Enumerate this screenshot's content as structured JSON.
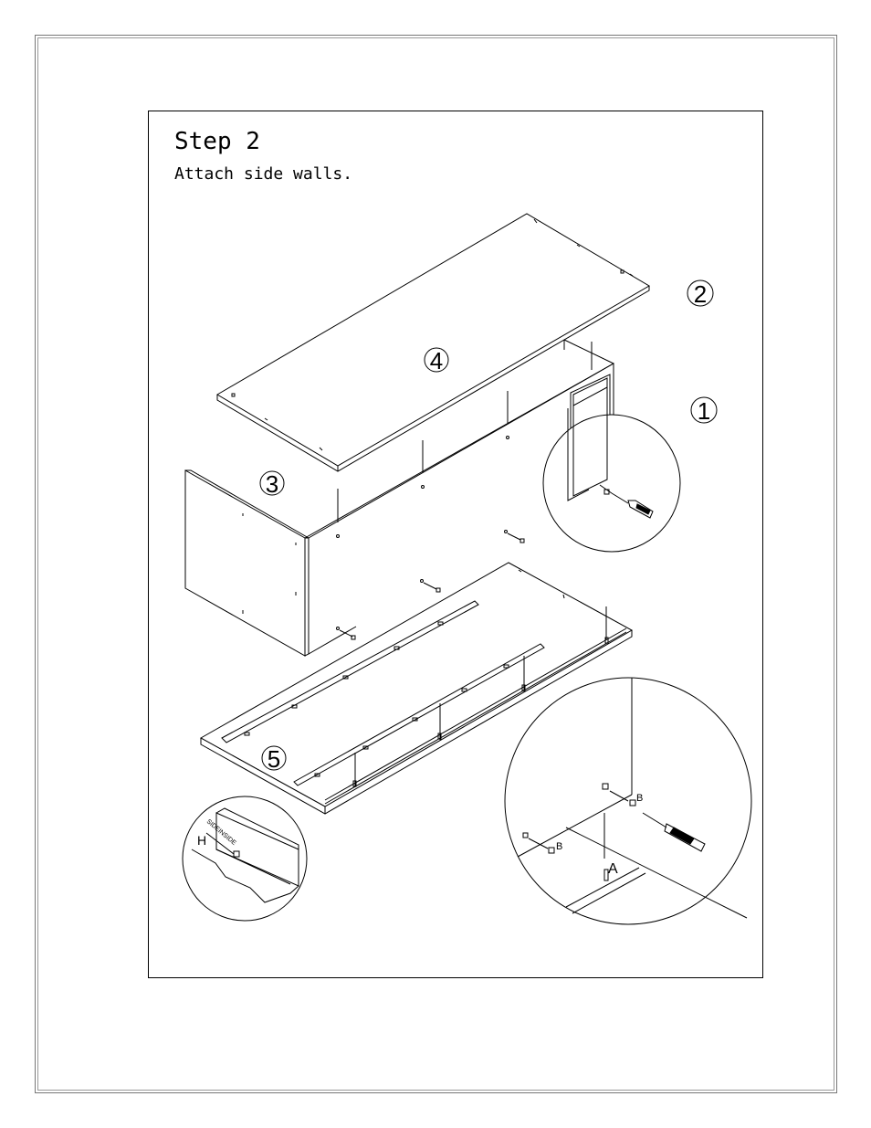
{
  "step": {
    "title": "Step 2",
    "instruction": "Attach side walls."
  },
  "part_labels": {
    "p1": "1",
    "p2": "2",
    "p3": "3",
    "p4": "4",
    "p5": "5"
  },
  "hardware_labels": {
    "a": "A",
    "b1": "B",
    "b2": "B",
    "h": "H",
    "tape": "SIDEINSIDE"
  },
  "icons": [
    "screwdriver-icon",
    "screwdriver-icon"
  ]
}
